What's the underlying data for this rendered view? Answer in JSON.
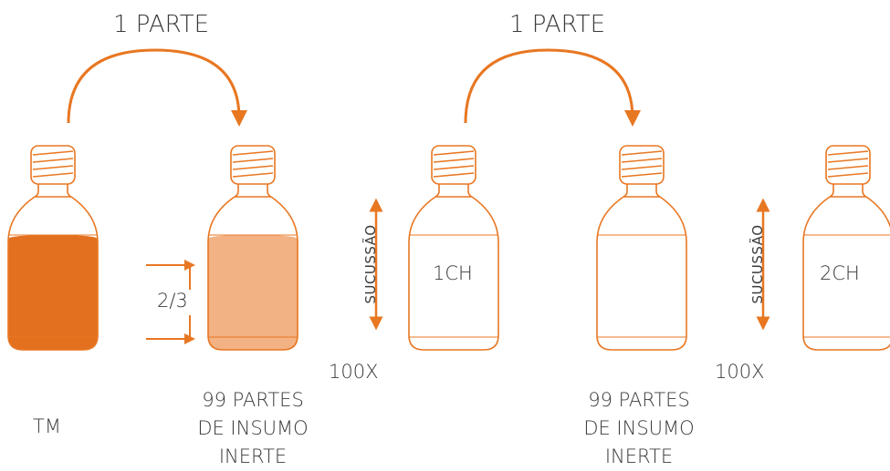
{
  "colors": {
    "orange": "#E87722",
    "dark_fill": "#E2701F",
    "light_fill": "#F2B283",
    "text": "#3A3A3A"
  },
  "transfer_labels": [
    "1 PARTE",
    "1 PARTE"
  ],
  "bottle_labels": {
    "tm": "TM",
    "first_dilution": "1CH",
    "second_dilution": "2CH"
  },
  "fraction_label": "2/3",
  "succussion": {
    "label": "SUCUSSÃO",
    "count": "100X"
  },
  "diluent_label": {
    "line1": "99 PARTES",
    "line2": "DE INSUMO",
    "line3": "INERTE"
  }
}
